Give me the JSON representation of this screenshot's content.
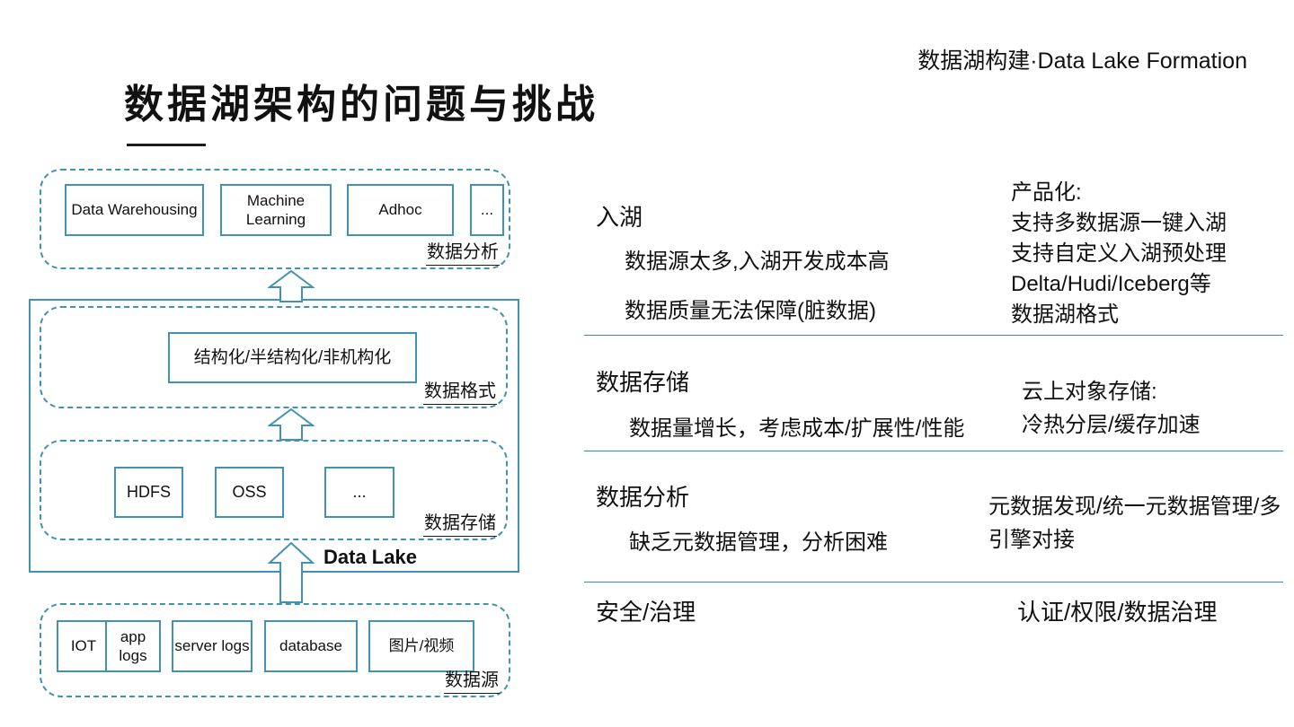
{
  "header": {
    "deck_title": "数据湖构建·Data Lake Formation",
    "page_title": "数据湖架构的问题与挑战"
  },
  "diagram": {
    "data_lake_label": "Data Lake",
    "layers": {
      "analysis": {
        "label": "数据分析",
        "boxes": [
          "Data Warehousing",
          "Machine Learning",
          "Adhoc",
          "..."
        ]
      },
      "format": {
        "label": "数据格式",
        "boxes": [
          "结构化/半结构化/非机构化"
        ]
      },
      "storage": {
        "label": "数据存储",
        "boxes": [
          "HDFS",
          "OSS",
          "..."
        ]
      },
      "sources": {
        "label": "数据源",
        "boxes": [
          "IOT",
          "app logs",
          "server logs",
          "database",
          "图片/视频"
        ]
      }
    }
  },
  "panel": {
    "rows": [
      {
        "heading": "入湖",
        "problems": [
          "数据源太多,入湖开发成本高",
          "数据质量无法保障(脏数据)"
        ],
        "solutions": [
          "产品化:",
          "支持多数据源一键入湖",
          "支持自定义入湖预处理",
          "Delta/Hudi/Iceberg等",
          "数据湖格式"
        ]
      },
      {
        "heading": "数据存储",
        "problems": [
          "数据量增长，考虑成本/扩展性/性能"
        ],
        "solutions": [
          "云上对象存储:",
          "冷热分层/缓存加速"
        ]
      },
      {
        "heading": "数据分析",
        "problems": [
          "缺乏元数据管理，分析困难"
        ],
        "solutions": [
          "元数据发现/统一元数据管理/多引擎对接"
        ]
      },
      {
        "heading": "安全/治理",
        "problems": [],
        "solutions": [
          "认证/权限/数据治理"
        ]
      }
    ]
  },
  "colors": {
    "accent": "#4094b2",
    "divider": "#3a8fae",
    "text": "#111111"
  }
}
